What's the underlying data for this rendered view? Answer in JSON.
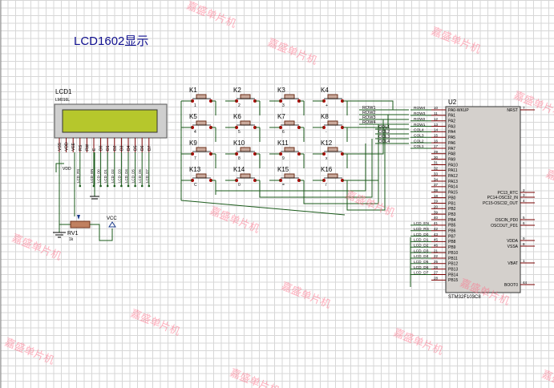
{
  "title": "LCD1602显示",
  "watermark": "嘉盛单片机",
  "lcd": {
    "ref": "LCD1",
    "part": "LM016L",
    "pins": [
      "VSS",
      "VDD",
      "VEE",
      "RS",
      "RW",
      "E",
      "D0",
      "D1",
      "D2",
      "D3",
      "D4",
      "D5",
      "D6",
      "D7"
    ],
    "net_labels": [
      "LCD_RS",
      "LCD_EN",
      "LCD_D0",
      "LCD_D1",
      "LCD_D2",
      "LCD_D3",
      "LCD_D4",
      "LCD_D5",
      "LCD_D6",
      "LCD_D7"
    ],
    "screen_color": "#b6c72c"
  },
  "pot": {
    "ref": "RV1",
    "value": "1k"
  },
  "vcc_label": "VCC",
  "keys": [
    {
      "ref": "K1",
      "label": "1"
    },
    {
      "ref": "K2",
      "label": "2"
    },
    {
      "ref": "K3",
      "label": "3"
    },
    {
      "ref": "K4",
      "label": "+"
    },
    {
      "ref": "K5",
      "label": "4"
    },
    {
      "ref": "K6",
      "label": "5"
    },
    {
      "ref": "K7",
      "label": "6"
    },
    {
      "ref": "K8",
      "label": "-"
    },
    {
      "ref": "K9",
      "label": "7"
    },
    {
      "ref": "K10",
      "label": "8"
    },
    {
      "ref": "K11",
      "label": "9"
    },
    {
      "ref": "K12",
      "label": "x"
    },
    {
      "ref": "K13",
      "label": "C"
    },
    {
      "ref": "K14",
      "label": "0"
    },
    {
      "ref": "K15",
      "label": "="
    },
    {
      "ref": "K16",
      "label": "/"
    }
  ],
  "keypad_nets": [
    "ROW1",
    "ROW2",
    "ROW3",
    "ROW4",
    "COL1",
    "COL2",
    "COL3",
    "COL4"
  ],
  "mcu": {
    "ref": "U2",
    "part": "STM32F103C8",
    "left_pins": [
      {
        "num": "10",
        "name": "PA0-WKUP",
        "net": "ROW4"
      },
      {
        "num": "11",
        "name": "PA1",
        "net": "ROW3"
      },
      {
        "num": "12",
        "name": "PA2",
        "net": "ROW2"
      },
      {
        "num": "13",
        "name": "PA3",
        "net": "ROW1"
      },
      {
        "num": "14",
        "name": "PA4",
        "net": "COL4"
      },
      {
        "num": "15",
        "name": "PA5",
        "net": "COL3"
      },
      {
        "num": "16",
        "name": "PA6",
        "net": "COL2"
      },
      {
        "num": "17",
        "name": "PA7",
        "net": "COL1"
      },
      {
        "num": "29",
        "name": "PA8",
        "net": ""
      },
      {
        "num": "30",
        "name": "PA9",
        "net": ""
      },
      {
        "num": "31",
        "name": "PA10",
        "net": ""
      },
      {
        "num": "32",
        "name": "PA11",
        "net": ""
      },
      {
        "num": "33",
        "name": "PA12",
        "net": ""
      },
      {
        "num": "34",
        "name": "PA13",
        "net": ""
      },
      {
        "num": "37",
        "name": "PA14",
        "net": ""
      },
      {
        "num": "38",
        "name": "PA15",
        "net": ""
      },
      {
        "num": "18",
        "name": "PB0",
        "net": ""
      },
      {
        "num": "19",
        "name": "PB1",
        "net": ""
      },
      {
        "num": "20",
        "name": "PB2",
        "net": ""
      },
      {
        "num": "39",
        "name": "PB3",
        "net": ""
      },
      {
        "num": "40",
        "name": "PB4",
        "net": ""
      },
      {
        "num": "41",
        "name": "PB5",
        "net": "LCD_EN"
      },
      {
        "num": "42",
        "name": "PB6",
        "net": "LCD_RS"
      },
      {
        "num": "43",
        "name": "PB7",
        "net": "LCD_D0"
      },
      {
        "num": "45",
        "name": "PB8",
        "net": "LCD_D1"
      },
      {
        "num": "46",
        "name": "PB9",
        "net": "LCD_D2"
      },
      {
        "num": "21",
        "name": "PB10",
        "net": "LCD_D3"
      },
      {
        "num": "22",
        "name": "PB11",
        "net": "LCD_D4"
      },
      {
        "num": "25",
        "name": "PB12",
        "net": "LCD_D5"
      },
      {
        "num": "26",
        "name": "PB13",
        "net": "LCD_D6"
      },
      {
        "num": "27",
        "name": "PB14",
        "net": "LCD_D7"
      },
      {
        "num": "28",
        "name": "PB15",
        "net": ""
      }
    ],
    "right_pins": [
      {
        "num": "7",
        "name": "NRST"
      },
      {
        "num": "2",
        "name": "PC13_RTC"
      },
      {
        "num": "3",
        "name": "PC14-OSC32_IN"
      },
      {
        "num": "4",
        "name": "PC15-OSC32_OUT"
      },
      {
        "num": "5",
        "name": "OSCIN_PD0"
      },
      {
        "num": "6",
        "name": "OSCOUT_PD1"
      },
      {
        "num": "9",
        "name": "VDDA"
      },
      {
        "num": "8",
        "name": "VSSA"
      },
      {
        "num": "1",
        "name": "VBAT"
      },
      {
        "num": "44",
        "name": "BOOT0"
      }
    ]
  }
}
